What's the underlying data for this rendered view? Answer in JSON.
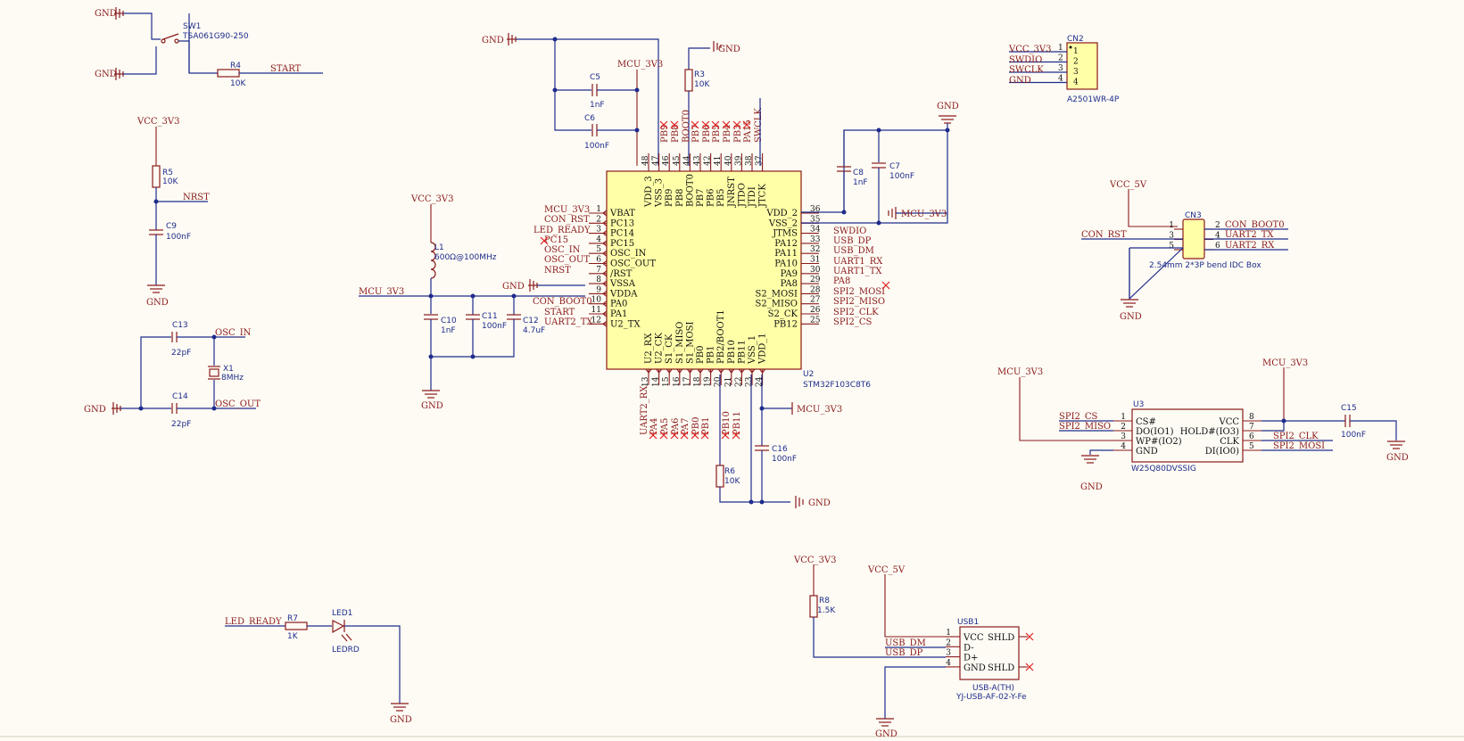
{
  "gnd": "GND",
  "vcc3": "VCC_3V3",
  "vcc5": "VCC_5V",
  "mcu3": "MCU_3V3",
  "sw1": {
    "ref": "SW1",
    "val": "TSA061G90-250"
  },
  "r": {
    "r3": "R3",
    "r4": "R4",
    "r5": "R5",
    "r6": "R6",
    "r7": "R7",
    "r8": "R8",
    "v10k": "10K",
    "v1k": "1K",
    "v15k": "1.5K"
  },
  "c": {
    "c5": "C5",
    "c6": "C6",
    "c7": "C7",
    "c8": "C8",
    "c9": "C9",
    "c10": "C10",
    "c11": "C11",
    "c12": "C12",
    "c13": "C13",
    "c14": "C14",
    "c15": "C15",
    "c16": "C16",
    "v1nF": "1nF",
    "v100nF": "100nF",
    "v47uF": "4.7uF",
    "v22pF": "22pF"
  },
  "l1": {
    "ref": "L1",
    "val": "600Ω@100MHz"
  },
  "x1": {
    "ref": "X1",
    "val": "8MHz"
  },
  "led1": {
    "ref": "LED1",
    "val": "LEDRD"
  },
  "u2": {
    "ref": "U2",
    "val": "STM32F103C8T6"
  },
  "u3": {
    "ref": "U3",
    "val": "W25Q80DVSSIG"
  },
  "cn2": {
    "ref": "CN2",
    "val": "A2501WR-4P"
  },
  "cn3": {
    "ref": "CN3",
    "val": "2.54mm 2*3P bend IDC Box"
  },
  "usb1": {
    "ref": "USB1",
    "val1": "USB-A(TH)",
    "val2": "YJ-USB-AF-02-Y-Fe"
  },
  "nets": {
    "start": "START",
    "nrst": "NRST",
    "osc_in": "OSC_IN",
    "osc_out": "OSC_OUT",
    "led_ready": "LED_READY",
    "con_rst": "CON_RST",
    "con_boot0": "CON_BOOT0",
    "uart2_tx": "UART2_TX",
    "uart2_rx": "UART2_RX",
    "uart1_rx": "UART1_RX",
    "uart1_tx": "UART1_TX",
    "swdio": "SWDIO",
    "swclk": "SWCLK",
    "usb_dp": "USB_DP",
    "usb_dm": "USB_DM",
    "spi2_mosi": "SPI2_MOSI",
    "spi2_miso": "SPI2_MISO",
    "spi2_clk": "SPI2_CLK",
    "spi2_cs": "SPI2_CS",
    "pa8": "PA8",
    "pc15": "PC15",
    "pb9": "PB9",
    "pb8": "PB8",
    "boot0": "BOOT0",
    "pb7": "PB7",
    "pb6": "PB6",
    "pb5": "PB5",
    "pb4": "PB4",
    "pb3": "PB3",
    "pa15": "PA15",
    "pa4": "PA4",
    "pa5": "PA5",
    "pa6": "PA6",
    "pa7": "PA7",
    "pb0": "PB0",
    "pb1": "PB1",
    "pb10": "PB10",
    "pb11": "PB11"
  },
  "u2_left": [
    "VBAT",
    "PC13",
    "PC14",
    "PC15",
    "OSC_IN",
    "OSC_OUT",
    "/RST",
    "VSSA",
    "VDDA",
    "PA0",
    "PA1",
    "U2_TX"
  ],
  "u2_left_num": [
    "1",
    "2",
    "3",
    "4",
    "5",
    "6",
    "7",
    "8",
    "9",
    "10",
    "11",
    "12"
  ],
  "u2_right": [
    "VDD_2",
    "VSS_2",
    "JTMS",
    "PA12",
    "PA11",
    "PA10",
    "PA9",
    "PA8",
    "S2_MOSI",
    "S2_MISO",
    "S2_CK",
    "PB12"
  ],
  "u2_right_num": [
    "36",
    "35",
    "34",
    "33",
    "32",
    "31",
    "30",
    "29",
    "28",
    "27",
    "26",
    "25"
  ],
  "u2_top": [
    "VDD_3",
    "VSS_3",
    "PB9",
    "PB8",
    "BOOT0",
    "PB7",
    "PB6",
    "PB5",
    "JNRST",
    "JTDO",
    "JTDI",
    "JTCK"
  ],
  "u2_top_num": [
    "48",
    "47",
    "46",
    "45",
    "44",
    "43",
    "42",
    "41",
    "40",
    "39",
    "38",
    "37"
  ],
  "u2_bot": [
    "U2_RX",
    "U2_CK",
    "S1_CK",
    "S1_MISO",
    "S1_MOSI",
    "PB0",
    "PB1",
    "PB2/BOOT1",
    "PB10",
    "PB11",
    "VSS_1",
    "VDD_1"
  ],
  "u2_bot_num": [
    "13",
    "14",
    "15",
    "16",
    "17",
    "18",
    "19",
    "20",
    "21",
    "22",
    "23",
    "24"
  ],
  "u3_left": [
    "CS#",
    "DO(IO1)",
    "WP#(IO2)",
    "GND"
  ],
  "u3_right": [
    "VCC",
    "HOLD#(IO3)",
    "CLK",
    "DI(IO0)"
  ],
  "u3_lnum": [
    "1",
    "2",
    "3",
    "4"
  ],
  "u3_rnum": [
    "8",
    "7",
    "6",
    "5"
  ],
  "cn3_nums": [
    "1",
    "2",
    "3",
    "4",
    "5",
    "6"
  ],
  "cn2_nums": [
    "1",
    "2",
    "3",
    "4"
  ],
  "usb_pins": [
    "VCC",
    "D-",
    "D+",
    "GND"
  ],
  "usb_shld": "SHLD",
  "usb_nums": [
    "1",
    "2",
    "3",
    "4"
  ]
}
